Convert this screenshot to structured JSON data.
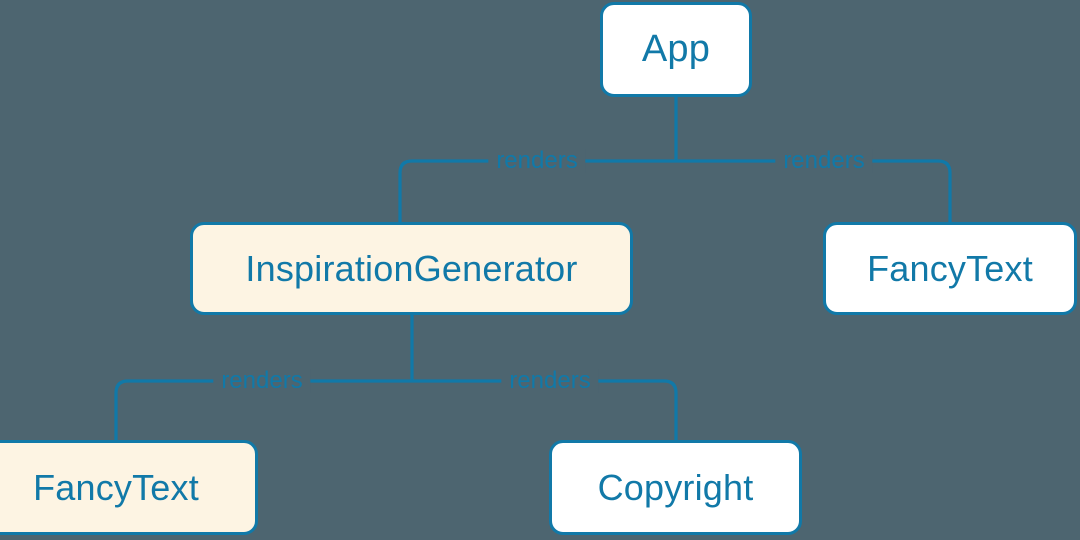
{
  "diagram": {
    "type": "component-tree",
    "background_color": "#4d6570",
    "accent_color": "#1179a8",
    "node_fill_white": "#ffffff",
    "node_fill_cream": "#fdf4e3",
    "nodes": [
      {
        "id": "app",
        "label": "App",
        "fill": "white",
        "row": 0
      },
      {
        "id": "inspgen",
        "label": "InspirationGenerator",
        "fill": "cream",
        "row": 1
      },
      {
        "id": "fancy-right",
        "label": "FancyText",
        "fill": "white",
        "row": 1
      },
      {
        "id": "fancy-left",
        "label": "FancyText",
        "fill": "cream",
        "row": 2
      },
      {
        "id": "copyright",
        "label": "Copyright",
        "fill": "white",
        "row": 2
      }
    ],
    "edges": [
      {
        "from": "app",
        "to": "inspgen",
        "label": "renders"
      },
      {
        "from": "app",
        "to": "fancy-right",
        "label": "renders"
      },
      {
        "from": "inspgen",
        "to": "fancy-left",
        "label": "renders"
      },
      {
        "from": "inspgen",
        "to": "copyright",
        "label": "renders"
      }
    ]
  }
}
